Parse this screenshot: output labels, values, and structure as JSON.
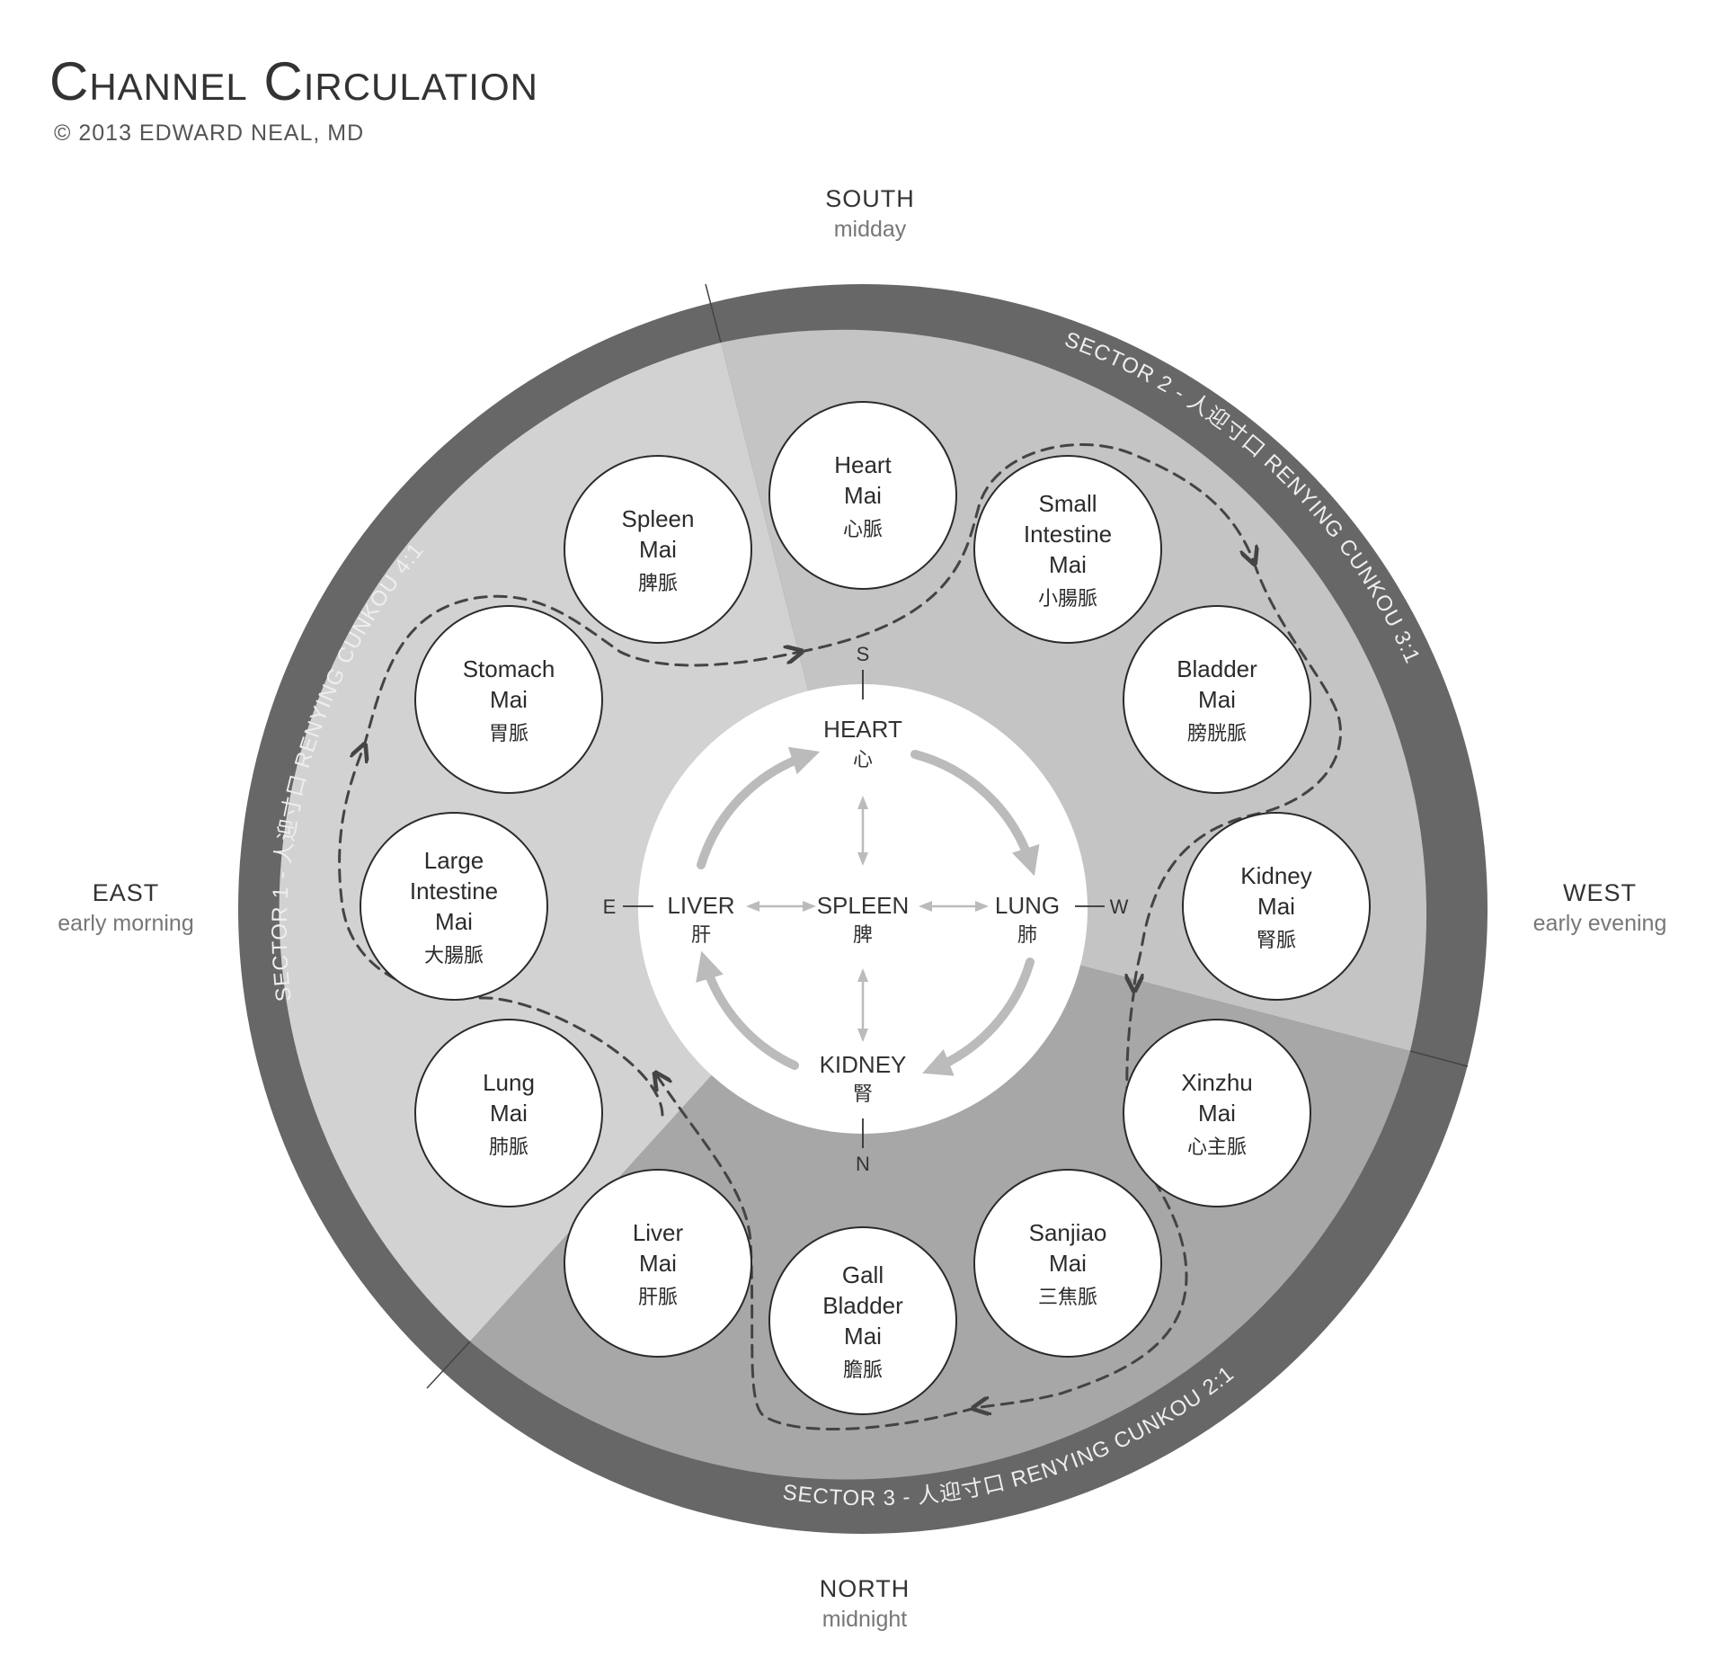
{
  "title": "Channel Circulation",
  "copyright": "© 2013 EDWARD NEAL, MD",
  "directions": {
    "south": {
      "name": "SOUTH",
      "time": "midday"
    },
    "east": {
      "name": "EAST",
      "time": "early morning"
    },
    "west": {
      "name": "WEST",
      "time": "early evening"
    },
    "north": {
      "name": "NORTH",
      "time": "midnight"
    }
  },
  "sectors": {
    "s1": "SECTOR 1 - 人迎寸口 RENYING CUNKOU 4:1",
    "s2": "SECTOR 2 - 人迎寸口 RENYING CUNKOU 3:1",
    "s3": "SECTOR 3 - 人迎寸口 RENYING CUNKOU 2:1"
  },
  "channels": [
    {
      "id": "heart",
      "lines": [
        "Heart",
        "Mai"
      ],
      "zh": "心脈"
    },
    {
      "id": "small-intestine",
      "lines": [
        "Small",
        "Intestine",
        "Mai"
      ],
      "zh": "小腸脈"
    },
    {
      "id": "bladder",
      "lines": [
        "Bladder",
        "Mai"
      ],
      "zh": "膀胱脈"
    },
    {
      "id": "kidney",
      "lines": [
        "Kidney",
        "Mai"
      ],
      "zh": "腎脈"
    },
    {
      "id": "xinzhu",
      "lines": [
        "Xinzhu",
        "Mai"
      ],
      "zh": "心主脈"
    },
    {
      "id": "sanjiao",
      "lines": [
        "Sanjiao",
        "Mai"
      ],
      "zh": "三焦脈"
    },
    {
      "id": "gall-bladder",
      "lines": [
        "Gall",
        "Bladder",
        "Mai"
      ],
      "zh": "膽脈"
    },
    {
      "id": "liver",
      "lines": [
        "Liver",
        "Mai"
      ],
      "zh": "肝脈"
    },
    {
      "id": "lung",
      "lines": [
        "Lung",
        "Mai"
      ],
      "zh": "肺脈"
    },
    {
      "id": "large-intestine",
      "lines": [
        "Large",
        "Intestine",
        "Mai"
      ],
      "zh": "大腸脈"
    },
    {
      "id": "stomach",
      "lines": [
        "Stomach",
        "Mai"
      ],
      "zh": "胃脈"
    },
    {
      "id": "spleen",
      "lines": [
        "Spleen",
        "Mai"
      ],
      "zh": "脾脈"
    }
  ],
  "center": {
    "heart": {
      "en": "HEART",
      "zh": "心"
    },
    "spleen": {
      "en": "SPLEEN",
      "zh": "脾"
    },
    "liver": {
      "en": "LIVER",
      "zh": "肝"
    },
    "lung": {
      "en": "LUNG",
      "zh": "肺"
    },
    "kidney": {
      "en": "KIDNEY",
      "zh": "腎"
    }
  },
  "compass": {
    "s": "S",
    "n": "N",
    "e": "E",
    "w": "W"
  },
  "colors": {
    "outer_ring": "#676767",
    "sector1": "#d2d2d2",
    "sector2": "#c4c4c4",
    "sector3": "#a7a7a7",
    "arrow_inner": "#bbbbbb",
    "dashed_path": "#444444"
  }
}
